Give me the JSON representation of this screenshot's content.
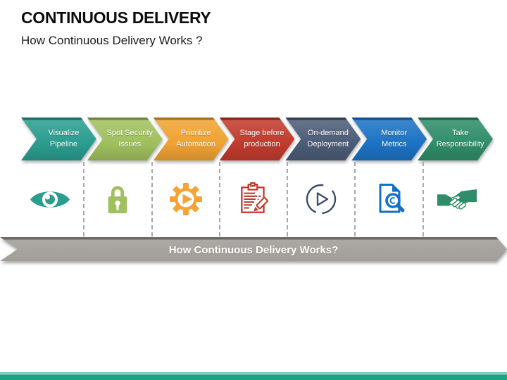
{
  "slide": {
    "title": "CONTINUOUS DELIVERY",
    "subtitle": "How Continuous Delivery Works ?",
    "accent_bar_color": "#1FA184",
    "accent_line_color": "#67BCAB"
  },
  "process": {
    "steps": [
      {
        "label_lines": [
          "Visualize",
          "Pipeline"
        ],
        "color": "#2A9D8F",
        "icon": "eye-icon",
        "icon_color": "#2A9D8F"
      },
      {
        "label_lines": [
          "Spot Security",
          "Issues"
        ],
        "color": "#A0C05E",
        "icon": "padlock-icon",
        "icon_color": "#A0C05E"
      },
      {
        "label_lines": [
          "Prioritize",
          "Automation"
        ],
        "color": "#F0A232",
        "icon": "gear-play-icon",
        "icon_color": "#F2A434"
      },
      {
        "label_lines": [
          "Stage before",
          "production"
        ],
        "color": "#C13B2D",
        "icon": "checklist-pencil-icon",
        "icon_color": "#C0392B"
      },
      {
        "label_lines": [
          "On-demand",
          "Deployment"
        ],
        "color": "#4C5C77",
        "icon": "play-circle-icon",
        "icon_color": "#3D4D66"
      },
      {
        "label_lines": [
          "Monitor",
          "Metrics"
        ],
        "color": "#1C72C4",
        "icon": "document-search-icon",
        "icon_color": "#1170CE"
      },
      {
        "label_lines": [
          "Take",
          "Responsibility"
        ],
        "color": "#2F8D69",
        "icon": "handshake-icon",
        "icon_color": "#2F8D69"
      }
    ],
    "banner": {
      "text": "How Continuous Delivery Works?",
      "color": "#ACA8A4"
    }
  }
}
